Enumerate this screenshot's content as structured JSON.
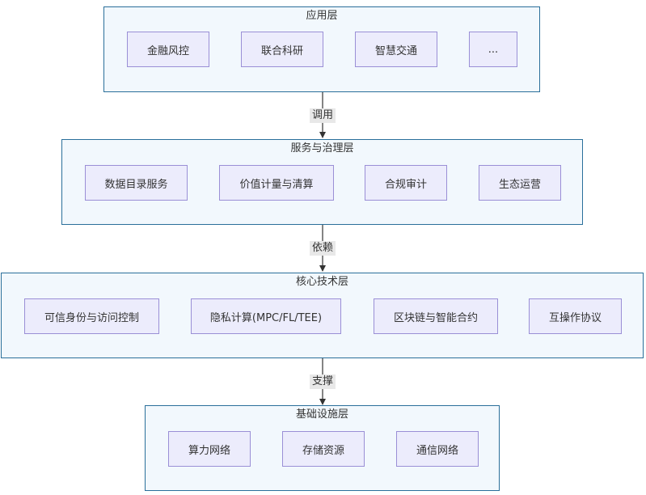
{
  "layers": [
    {
      "title": "应用层",
      "nodes": [
        "金融风控",
        "联合科研",
        "智慧交通",
        "..."
      ]
    },
    {
      "title": "服务与治理层",
      "nodes": [
        "数据目录服务",
        "价值计量与清算",
        "合规审计",
        "生态运营"
      ]
    },
    {
      "title": "核心技术层",
      "nodes": [
        "可信身份与访问控制",
        "隐私计算(MPC/FL/TEE)",
        "区块链与智能合约",
        "互操作协议"
      ]
    },
    {
      "title": "基础设施层",
      "nodes": [
        "算力网络",
        "存储资源",
        "通信网络"
      ]
    }
  ],
  "edges": [
    {
      "label": "调用"
    },
    {
      "label": "依赖"
    },
    {
      "label": "支撑"
    }
  ],
  "colors": {
    "layer_border": "#2a6f9a",
    "layer_fill": "#f2f8fd",
    "node_border": "#9a8fd6",
    "node_fill": "#ececfc",
    "edge": "#333333",
    "edge_label_bg": "#e8e8e8"
  }
}
